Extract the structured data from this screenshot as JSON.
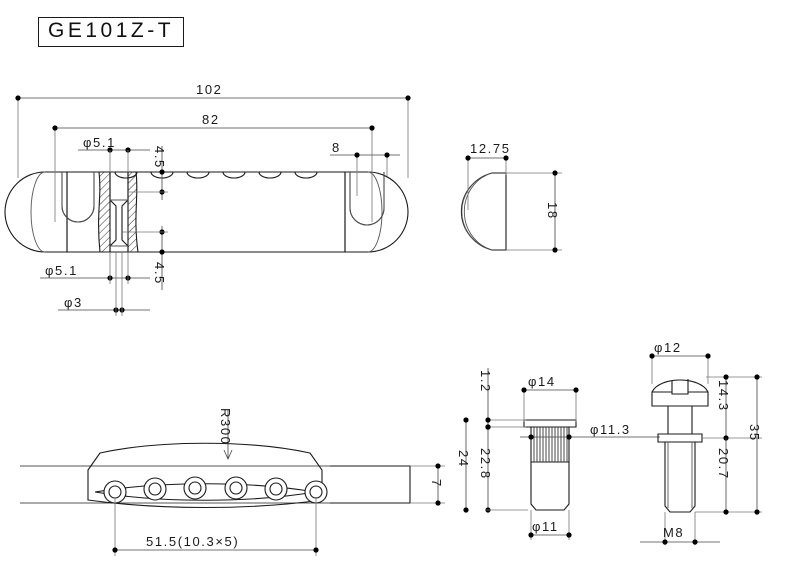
{
  "document": {
    "part_number": "GE101Z-T",
    "drawing_type": "mechanical-dimension-drawing",
    "units": "mm",
    "background_color": "#ffffff",
    "line_color": "#1a1a1a"
  },
  "views": {
    "front_section": {
      "name": "front-section-view",
      "dimensions": {
        "overall_length": "102",
        "stud_spacing": "82",
        "edge_offset": "8",
        "hole_diameter_top": "φ5.1",
        "hole_diameter_bottom": "φ5.1",
        "pin_diameter": "φ3",
        "depth_upper": "4.5",
        "depth_lower": "4.5"
      },
      "string_notch_count": 6
    },
    "side_view": {
      "name": "side-profile-view",
      "dimensions": {
        "width": "12.75",
        "height": "18"
      }
    },
    "top_bridge_view": {
      "name": "bridge-top-view",
      "dimensions": {
        "radius": "R300",
        "string_spacing": "51.5(10.3×5)",
        "thickness": "7",
        "height_overall": "24",
        "height_inner": "22.8"
      },
      "string_hole_count": 6
    },
    "bushing": {
      "name": "bushing-insert-view",
      "dimensions": {
        "flange_thickness": "1.2",
        "flange_diameter": "φ14",
        "knurl_diameter": "φ11.3",
        "body_diameter": "φ11",
        "total_height": "24",
        "body_height": "22.8"
      }
    },
    "screw": {
      "name": "stud-screw-view",
      "dimensions": {
        "head_diameter": "φ12",
        "upper_length": "14.3",
        "lower_length": "20.7",
        "total_length": "35",
        "thread": "M8"
      }
    }
  }
}
